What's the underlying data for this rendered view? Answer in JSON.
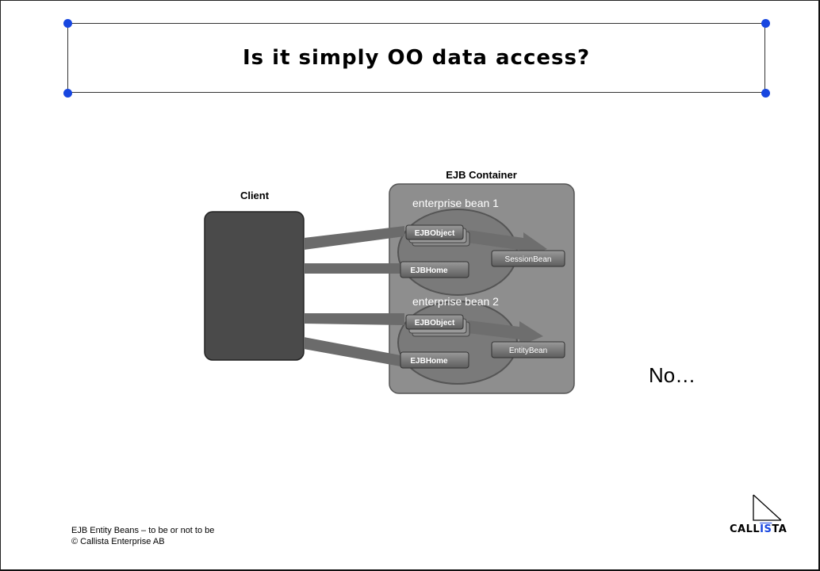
{
  "slide": {
    "title": "Is it simply OO data access?",
    "answer": "No…"
  },
  "diagram": {
    "client_label": "Client",
    "container_label": "EJB Container",
    "bean1": {
      "label": "enterprise bean 1",
      "object_label": "EJBObject",
      "home_label": "EJBHome",
      "bean_label": "SessionBean"
    },
    "bean2": {
      "label": "enterprise bean 2",
      "object_label": "EJBObject",
      "home_label": "EJBHome",
      "bean_label": "EntityBean"
    }
  },
  "footer": {
    "line1": "EJB Entity Beans – to be or not to be",
    "line2": "© Callista Enterprise AB"
  },
  "logo": {
    "text_part1": "CALL",
    "text_part2": "IS",
    "text_part3": "TA",
    "accent_color": "#1746e0"
  }
}
